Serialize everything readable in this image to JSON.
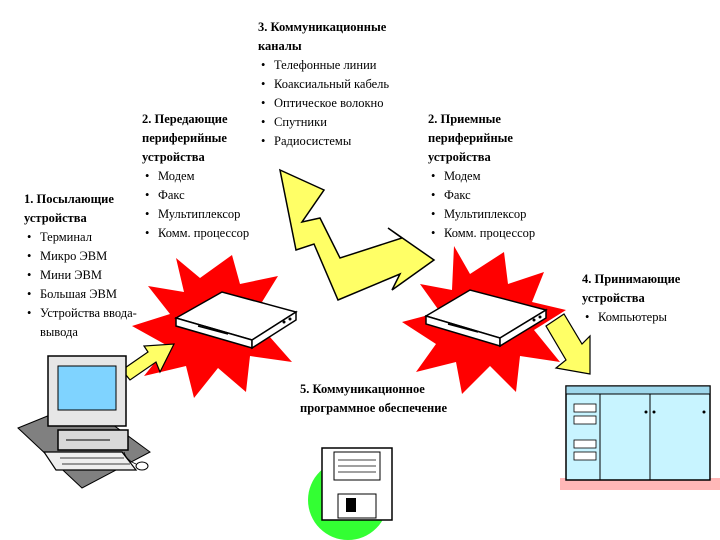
{
  "colors": {
    "burst": "#ff0000",
    "bolt": "#ffff66",
    "bolt_outline": "#000000",
    "screen": "#7fd3ff",
    "floppy_circle": "#33ff33",
    "server_body": "#c8f4ff",
    "mat": "#808080"
  },
  "icons": [
    "desktop-computer-icon",
    "modem-icon",
    "lightning-bolt-icon",
    "floppy-disk-icon",
    "server-cabinet-icon"
  ],
  "sending": {
    "title": "1. Посылающие устройства",
    "items": [
      "Терминал",
      "Микро ЭВМ",
      "Мини ЭВМ",
      "Большая ЭВМ",
      "Устройства ввода-вывода"
    ]
  },
  "transmit": {
    "title": "2. Передающие периферийные устройства",
    "items": [
      "Модем",
      "Факс",
      "Мультиплексор",
      "Комм. процессор"
    ]
  },
  "channels": {
    "title": "3. Коммуникационные каналы",
    "items": [
      "Телефонные линии",
      "Коаксиальный кабель",
      "Оптическое волокно",
      "Спутники",
      "Радиосистемы"
    ]
  },
  "receive_periph": {
    "title": "2. Приемные периферийные устройства",
    "items": [
      "Модем",
      "Факс",
      "Мультиплексор",
      "Комм. процессор"
    ]
  },
  "receiving": {
    "title": "4. Принимающие устройства",
    "items": [
      "Компьютеры"
    ]
  },
  "software": {
    "title": "5. Коммуникационное программное обеспечение"
  }
}
